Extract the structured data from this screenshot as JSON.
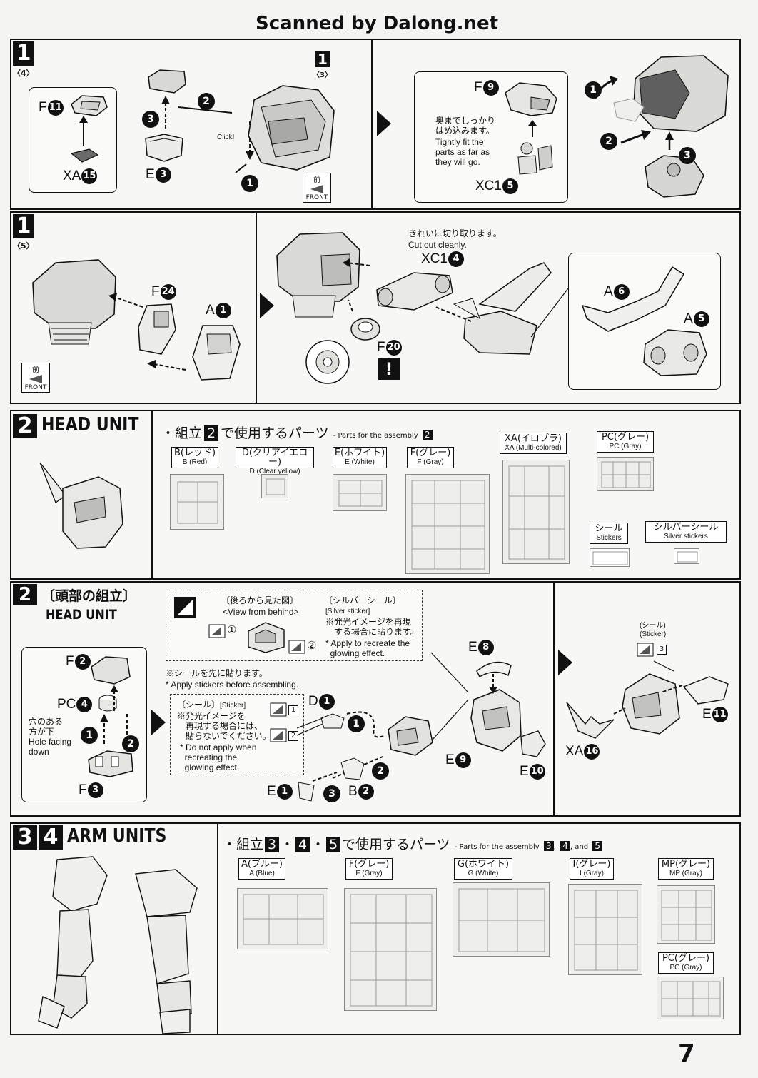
{
  "header": {
    "scan_credit": "Scanned by Dalong.net"
  },
  "page_number": "7",
  "section1a": {
    "step": "1",
    "sub": "〈4〉",
    "ref_step": "1",
    "ref_sub": "〈3〉",
    "click": "Click!",
    "front_jp": "前",
    "front_en": "FRONT",
    "labels": {
      "f11": "F",
      "f11n": "11",
      "xa15": "XA",
      "xa15n": "15",
      "e3": "E",
      "e3n": "3",
      "f9": "F",
      "f9n": "9",
      "xc15": "XC1",
      "xc15n": "5"
    },
    "note_jp": "奥までしっかり\nはめ込みます。",
    "note_en": "Tightly fit the\nparts as far as\nthey will go."
  },
  "section1b": {
    "step": "1",
    "sub": "〈5〉",
    "labels": {
      "f24": "F",
      "f24n": "24",
      "a1": "A",
      "a1n": "1",
      "xc14": "XC1",
      "xc14n": "4",
      "f20": "F",
      "f20n": "20",
      "a6": "A",
      "a6n": "6",
      "a5": "A",
      "a5n": "5"
    },
    "note_jp": "きれいに切り取ります。",
    "note_en": "Cut out cleanly.",
    "front_jp": "前",
    "front_en": "FRONT",
    "warn": "!"
  },
  "section2_parts": {
    "step": "2",
    "title": "HEAD UNIT",
    "parts_jp": "・組立",
    "parts_jp2": "で使用するパーツ",
    "parts_en": "- Parts for the assembly",
    "parts_step": "2",
    "runners": [
      {
        "jp": "B(レッド)",
        "en": "B (Red)"
      },
      {
        "jp": "D(クリアイエロー)",
        "en": "D (Clear yellow)"
      },
      {
        "jp": "E(ホワイト)",
        "en": "E (White)"
      },
      {
        "jp": "F(グレー)",
        "en": "F (Gray)"
      },
      {
        "jp": "XA(イロプラ)",
        "en": "XA (Multi-colored)"
      },
      {
        "jp": "PC(グレー)",
        "en": "PC (Gray)"
      },
      {
        "jp": "シール",
        "en": "Stickers"
      },
      {
        "jp": "シルバーシール",
        "en": "Silver stickers"
      }
    ]
  },
  "section2_assembly": {
    "step": "2",
    "title_jp": "〔頭部の組立〕",
    "title_en": "HEAD UNIT",
    "view_jp": "〔後ろから見た図〕",
    "view_en": "<View from behind>",
    "silver_jp": "〔シルバーシール〕",
    "silver_en": "[Silver sticker]",
    "silver_note_jp": "※発光イメージを再現\n　する場合に貼ります。",
    "silver_note_en": "* Apply to recreate the\n  glowing effect.",
    "sticker_first_jp": "※シールを先に貼ります。",
    "sticker_first_en": "* Apply stickers before assembling.",
    "seal_jp": "〔シール〕",
    "seal_en": "[Sticker]",
    "seal_note_jp": "※発光イメージを\n　再現する場合には、\n　貼らないでください。",
    "seal_note_en": "* Do not apply when\n  recreating the\n  glowing effect.",
    "hole_jp": "穴のある\n方が下",
    "hole_en": "Hole facing\ndown",
    "sticker_tag_jp": "(シール)",
    "sticker_tag_en": "(Sticker)",
    "stk1": "1",
    "stk2": "2",
    "stk3": "3",
    "circ1": "①",
    "circ2": "②",
    "labels": {
      "f2": "F",
      "f2n": "2",
      "pc4": "PC",
      "pc4n": "4",
      "f3": "F",
      "f3n": "3",
      "d1": "D",
      "d1n": "1",
      "e1": "E",
      "e1n": "1",
      "b2": "B",
      "b2n": "2",
      "e8": "E",
      "e8n": "8",
      "e9": "E",
      "e9n": "9",
      "e10": "E",
      "e10n": "10",
      "xa16": "XA",
      "xa16n": "16",
      "e11": "E",
      "e11n": "11"
    }
  },
  "section34": {
    "step3": "3",
    "step4": "4",
    "title": "ARM UNITS",
    "parts_jp": "・組立",
    "parts_jp_dot": "・",
    "parts_jp2": "で使用するパーツ",
    "parts_en": "- Parts for the assembly",
    "and": ", and",
    "s3": "3",
    "s4": "4",
    "s5": "5",
    "runners": [
      {
        "jp": "A(ブルー)",
        "en": "A (Blue)"
      },
      {
        "jp": "F(グレー)",
        "en": "F (Gray)"
      },
      {
        "jp": "G(ホワイト)",
        "en": "G (White)"
      },
      {
        "jp": "I(グレー)",
        "en": "I (Gray)"
      },
      {
        "jp": "MP(グレー)",
        "en": "MP (Gray)"
      },
      {
        "jp": "PC(グレー)",
        "en": "PC (Gray)"
      }
    ]
  },
  "order_marks": {
    "one": "1",
    "two": "2",
    "three": "3"
  }
}
